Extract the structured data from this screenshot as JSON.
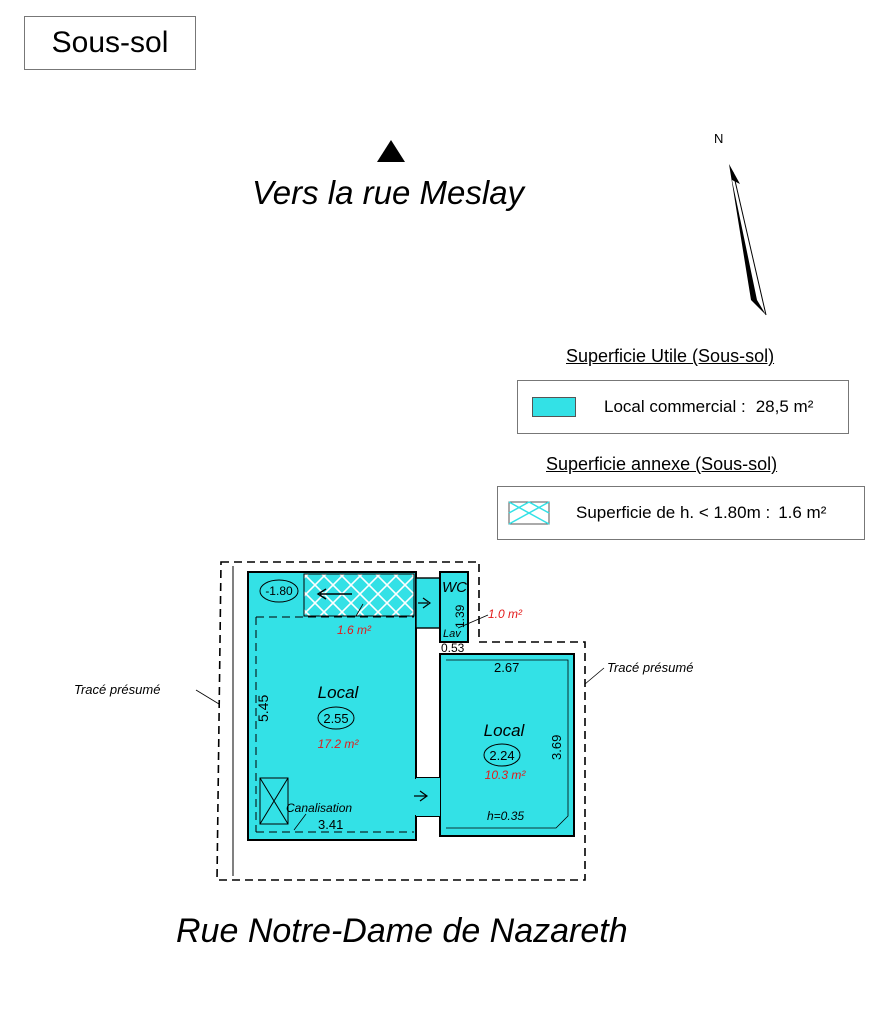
{
  "header": {
    "title": "Sous-sol"
  },
  "orientation": {
    "north_label": "N",
    "towards_label": "Vers la rue Meslay"
  },
  "legend": {
    "useful": {
      "heading": "Superficie Utile (Sous-sol)",
      "item_label": "Local commercial :",
      "item_value": "28,5 m²",
      "swatch_color": "#33e1e6"
    },
    "annex": {
      "heading": "Superficie annexe (Sous-sol)",
      "item_label": "Superficie de h. < 1.80m :",
      "item_value": "1.6 m²",
      "swatch_color": "#33e1e6"
    }
  },
  "plan": {
    "presumed_left": "Tracé présumé",
    "presumed_right": "Tracé présumé",
    "room_left": {
      "name": "Local",
      "height": "2.55",
      "area": "17.2 m²",
      "dim_vertical": "5.45",
      "dim_bottom": "3.41"
    },
    "low_zone": {
      "height": "-1.80",
      "area": "1.6 m²"
    },
    "wc": {
      "name": "WC",
      "dim_vertical": "1.39",
      "lav": "Lav",
      "area": "1.0 m²",
      "dim_bottom": "0.53"
    },
    "room_right": {
      "name": "Local",
      "height": "2.24",
      "area": "10.3 m²",
      "dim_top": "2.67",
      "dim_vertical": "3.69",
      "step": "h=0.35"
    },
    "conduit": "Canalisation",
    "fill_color": "#33e1e6",
    "area_text_color": "#e31a1a"
  },
  "footer": {
    "street": "Rue Notre-Dame de Nazareth"
  }
}
